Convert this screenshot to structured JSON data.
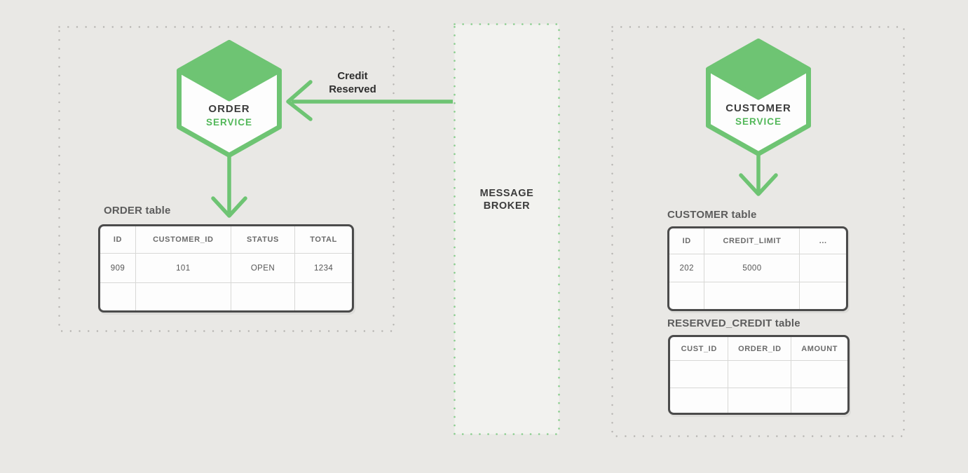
{
  "colors": {
    "background": "#e9e8e5",
    "broker_bg": "#f2f2ef",
    "green": "#6ec473",
    "green_dot": "#8bce8f",
    "gray_dot": "#b6b4b1",
    "dark_text": "#3c3c3c",
    "green_text": "#53b85a",
    "label_text": "#5c5c5c",
    "table_border": "#4b4b4b",
    "table_line": "#d8d8d6",
    "header_text": "#6b6b6b",
    "cell_text": "#565656"
  },
  "order_panel": {
    "service": {
      "name": "ORDER",
      "type": "SERVICE"
    },
    "table": {
      "label": "ORDER table",
      "headers": [
        "ID",
        "CUSTOMER_ID",
        "STATUS",
        "TOTAL"
      ],
      "rows": [
        [
          "909",
          "101",
          "OPEN",
          "1234"
        ],
        [
          "",
          "",
          "",
          ""
        ]
      ]
    }
  },
  "event": {
    "line1": "Credit",
    "line2": "Reserved"
  },
  "broker": {
    "line1": "MESSAGE",
    "line2": "BROKER"
  },
  "customer_panel": {
    "service": {
      "name": "CUSTOMER",
      "type": "SERVICE"
    },
    "customer_table": {
      "label": "CUSTOMER table",
      "headers": [
        "ID",
        "CREDIT_LIMIT",
        "..."
      ],
      "rows": [
        [
          "202",
          "5000",
          ""
        ],
        [
          "",
          "",
          ""
        ]
      ]
    },
    "reserved_credit_table": {
      "label": "RESERVED_CREDIT table",
      "headers": [
        "CUST_ID",
        "ORDER_ID",
        "AMOUNT"
      ],
      "rows": [
        [
          "",
          "",
          ""
        ],
        [
          "",
          "",
          ""
        ]
      ]
    }
  }
}
